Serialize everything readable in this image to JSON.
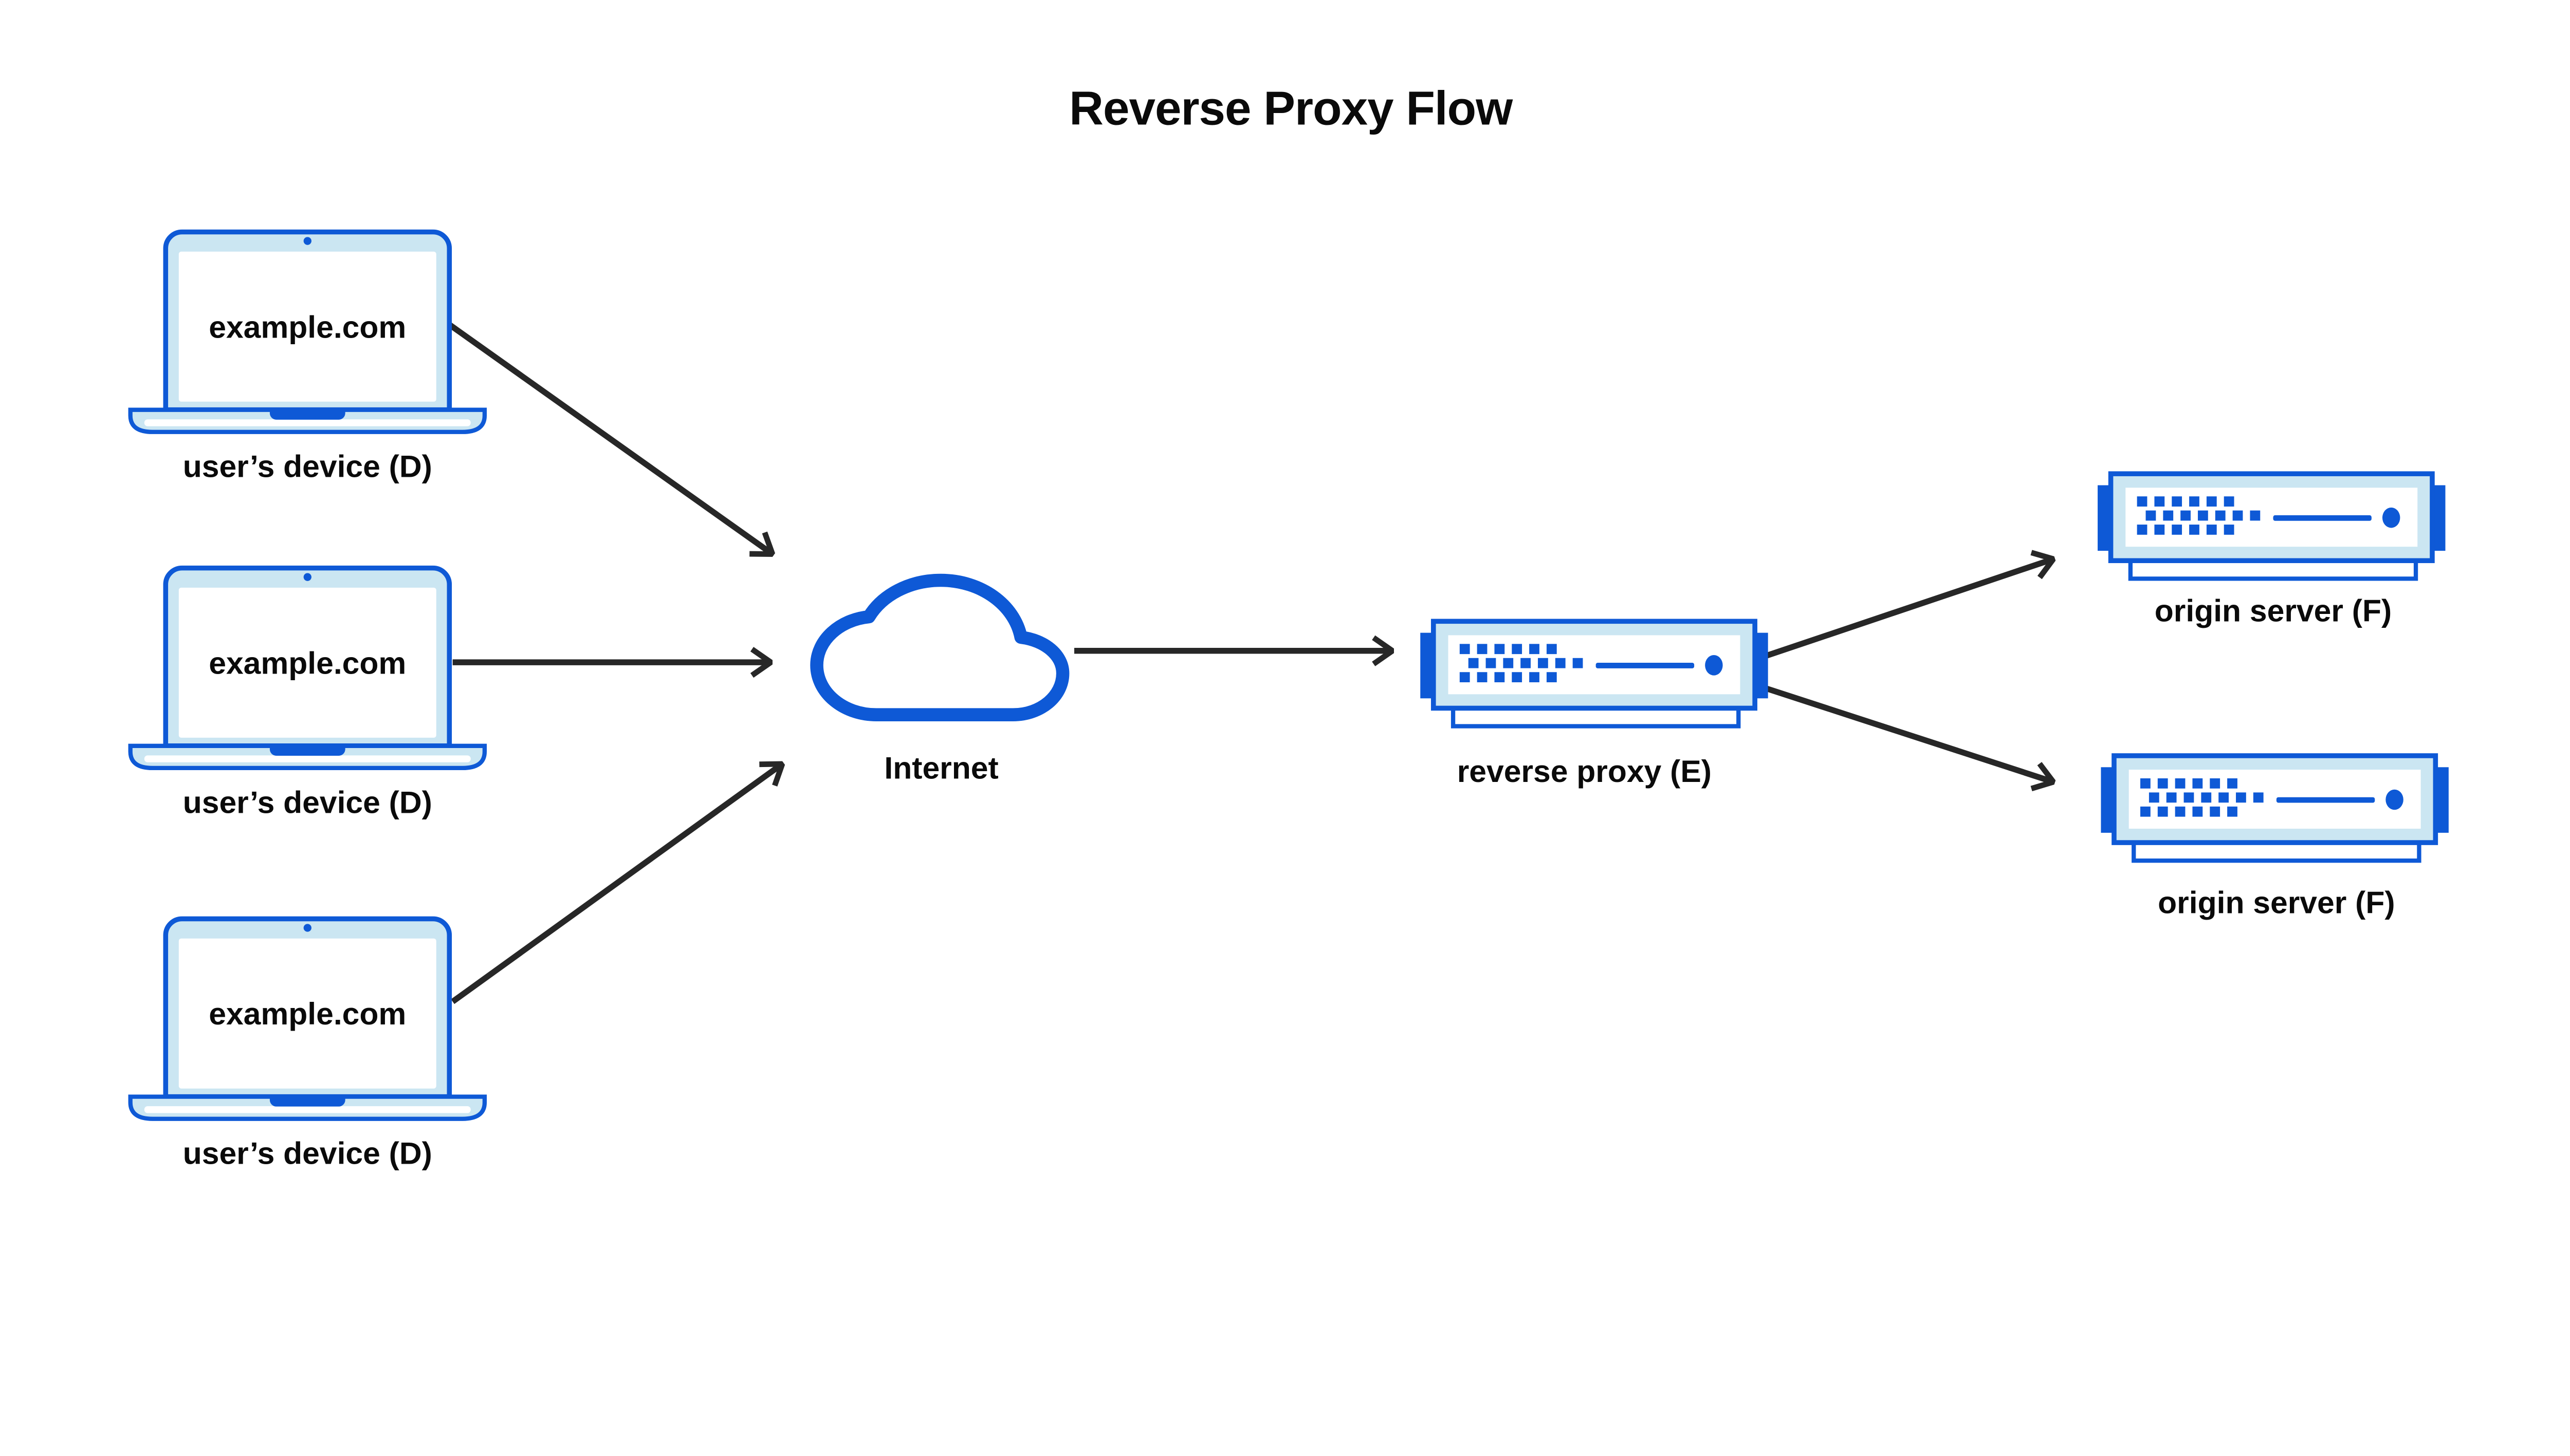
{
  "title": "Reverse Proxy Flow",
  "colors": {
    "blue": "#0E59D6",
    "light_blue": "#CBE6F2",
    "arrow_ink": "#272727",
    "text": "#0A0A0A",
    "background": "#FFFFFF"
  },
  "nodes": {
    "devices": [
      {
        "screen_text": "example.com",
        "label": "user’s device (D)"
      },
      {
        "screen_text": "example.com",
        "label": "user’s device (D)"
      },
      {
        "screen_text": "example.com",
        "label": "user’s device (D)"
      }
    ],
    "internet": {
      "label": "Internet"
    },
    "reverse_proxy": {
      "label": "reverse proxy (E)"
    },
    "origin_servers": [
      {
        "label": "origin server (F)"
      },
      {
        "label": "origin server (F)"
      }
    ]
  }
}
